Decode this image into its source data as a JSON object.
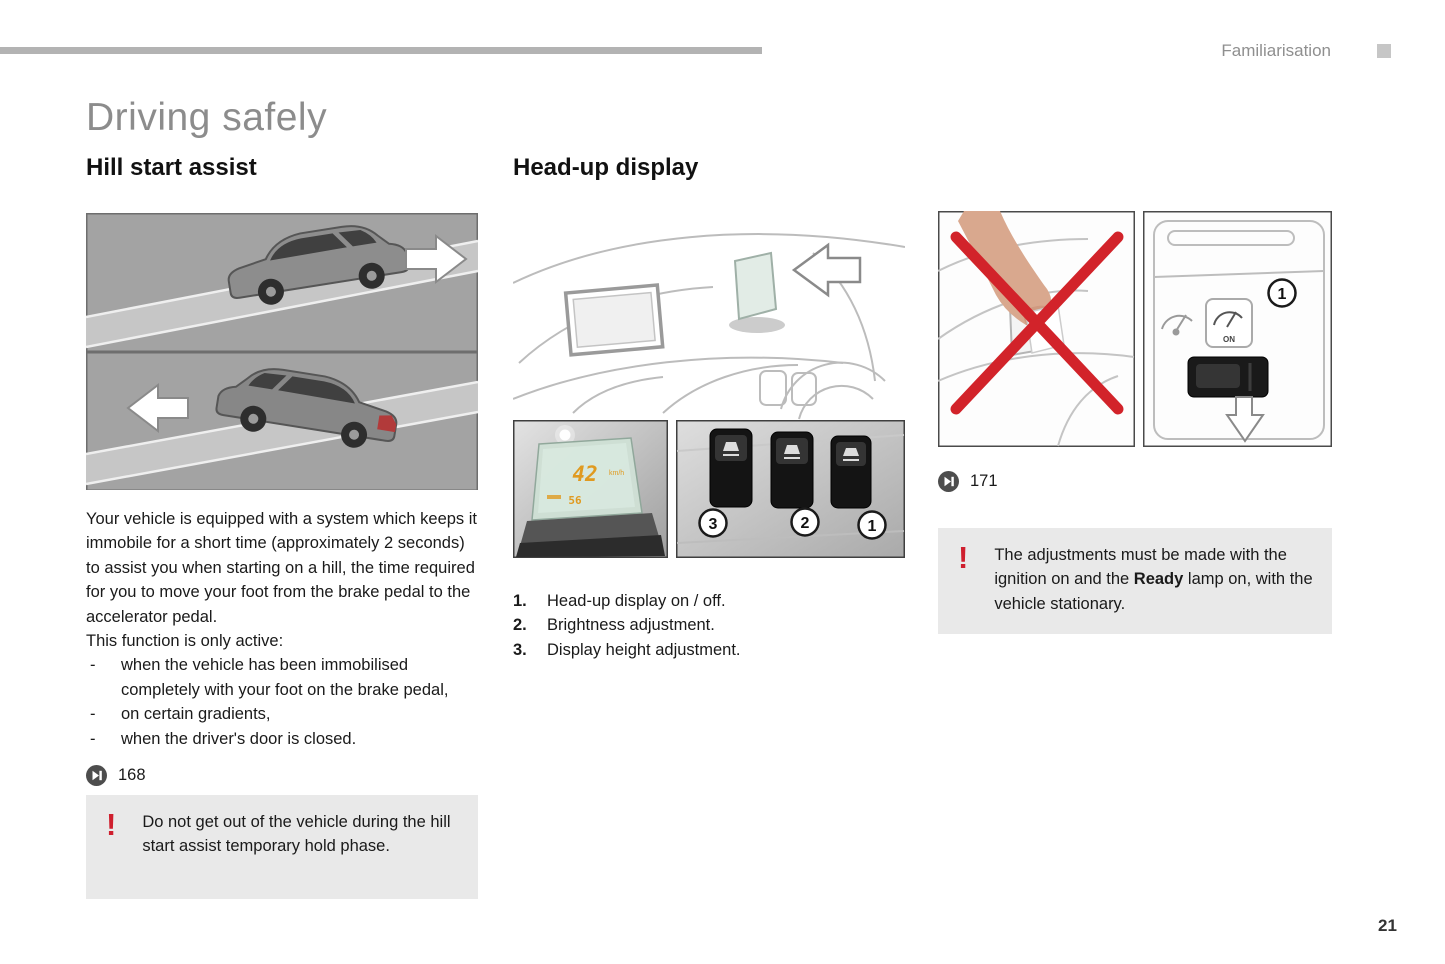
{
  "header": {
    "section": "Familiarisation",
    "title": "Driving safely"
  },
  "common": {
    "warning_mark": "!",
    "bullet_marker": "-"
  },
  "footer": {
    "page_number": "21"
  },
  "hill_start": {
    "heading": "Hill start assist",
    "paragraph": "Your vehicle is equipped with a system which keeps it immobile for a short time (approximately 2 seconds) to assist you when starting on a hill, the time required for you to move your foot from the brake pedal to the accelerator pedal.",
    "paragraph2": "This function is only active:",
    "bullets": [
      "when the vehicle has been immobilised completely with your foot on the brake pedal,",
      "on certain gradients,",
      "when the driver's door is closed."
    ],
    "reference": "168",
    "warning": "Do not get out of the vehicle during the hill start assist temporary hold phase."
  },
  "head_up": {
    "heading": "Head-up display",
    "items": [
      {
        "num": "1.",
        "text": "Head-up display on / off."
      },
      {
        "num": "2.",
        "text": "Brightness adjustment."
      },
      {
        "num": "3.",
        "text": "Display height adjustment."
      }
    ],
    "reference": "171",
    "warning": {
      "pre": "The adjustments must be made with the ignition on and the ",
      "bold": "Ready",
      "post": " lamp on, with the vehicle stationary."
    }
  },
  "illustrations": {
    "hud_unit": {
      "speed": "42",
      "unit": "km/h",
      "secondary": "56"
    },
    "hud_buttons": [
      "3",
      "2",
      "1"
    ],
    "console": {
      "label": "1",
      "switch_text": "ON"
    }
  }
}
